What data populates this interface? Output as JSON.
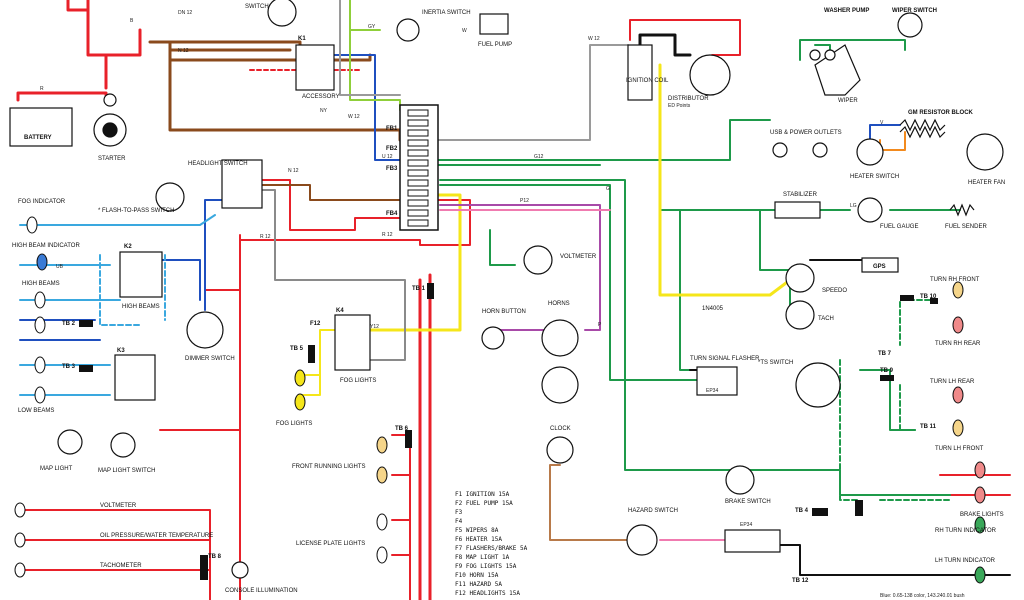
{
  "components": {
    "washer_pump": "WASHER PUMP",
    "wiper_switch": "WIPER SWITCH",
    "inertia_switch": "INERTIA SWITCH",
    "fuel_pump": "FUEL PUMP",
    "switch": "SWITCH",
    "battery": "BATTERY",
    "starter": "STARTER",
    "accessory": "ACCESSORY",
    "ignition_coil": "IGNITION COIL",
    "distributor": "DISTRIBUTOR",
    "distributor_note": "ED Points",
    "wiper": "WIPER",
    "resistor_block": "GM RESISTOR BLOCK",
    "usb_outlets": "USB & POWER OUTLETS",
    "heater_switch": "HEATER SWITCH",
    "heater_fan": "HEATER FAN",
    "headlight_switch": "HEADLIGHT SWITCH",
    "fog_indicator": "FOG INDICATOR",
    "flash_to_pass": "* FLASH-TO-PASS SWITCH",
    "high_beam_indicator": "HIGH BEAM INDICATOR",
    "high_beams": "HIGH BEAMS",
    "high_beam_relay": "HIGH BEAMS",
    "dimmer_switch": "DIMMER SWITCH",
    "low_beams": "LOW BEAMS",
    "stabilizer": "STABILIZER",
    "fuel_gauge": "FUEL GAUGE",
    "fuel_sender": "FUEL SENDER",
    "voltmeter": "VOLTMETER",
    "gps": "GPS",
    "speedo": "SPEEDO",
    "tach": "TACH",
    "diode": "1N4005",
    "horn_button": "HORN BUTTON",
    "horns": "HORNS",
    "fog_lights_relay": "FOG LIGHTS",
    "fog_lights": "FOG LIGHTS",
    "turn_flasher": "TURN SIGNAL FLASHER",
    "ts_switch": "*TS SWITCH",
    "turn_rh_front": "TURN RH FRONT",
    "turn_rh_rear": "TURN RH REAR",
    "turn_lh_rear": "TURN LH REAR",
    "turn_lh_front": "TURN LH FRONT",
    "brake_lights": "BRAKE LIGHTS",
    "rh_turn_indicator": "RH TURN INDICATOR",
    "lh_turn_indicator": "LH TURN INDICATOR",
    "brake_switch": "BRAKE SWITCH",
    "clock": "CLOCK",
    "hazard_switch": "HAZARD SWITCH",
    "map_light": "MAP LIGHT",
    "map_light_switch": "MAP LIGHT SWITCH",
    "front_running": "FRONT RUNNING LIGHTS",
    "license_plate": "LICENSE PLATE LIGHTS",
    "voltmeter_gauge": "VOLTMETER",
    "oil_temp": "OIL PRESSURE/WATER TEMPERATURE",
    "tachometer": "TACHOMETER",
    "console_illum": "CONSOLE ILLUMINATION",
    "ep34": "EP34",
    "ep34_b": "EP34"
  },
  "terminals": {
    "tb1": "TB 1",
    "tb2": "TB 2",
    "tb3": "TB 3",
    "tb4": "TB 4",
    "tb5": "TB 5",
    "tb6": "TB 6",
    "tb7": "TB 7",
    "tb8": "TB 8",
    "tb9": "TB 9",
    "tb10": "TB 10",
    "tb11": "TB 11",
    "tb12": "TB 12",
    "fb1": "FB1",
    "fb2": "FB2",
    "fb3": "FB3",
    "fb4": "FB4",
    "k1": "K1",
    "k2": "K2",
    "k3": "K3",
    "k4": "K4",
    "f12": "F12"
  },
  "wire_codes": {
    "w12": "W 12",
    "dn12": "DN 12",
    "n12": "N 12",
    "g12": "G12",
    "u12": "U 12",
    "r12": "R 12",
    "p12": "P12",
    "lg": "LG",
    "gy": "GY",
    "g": "G",
    "b": "B",
    "r": "R",
    "y12": "Y12",
    "ub": "UB",
    "p": "P",
    "w": "W",
    "v": "V",
    "ny": "NY"
  },
  "fuses": [
    "F1  IGNITION     15A",
    "F2  FUEL PUMP   15A",
    "F3",
    "F4",
    "F5  WIPERS    8A",
    "F6  HEATER   15A",
    "F7  FLASHERS/BRAKE   5A",
    "F8  MAP LIGHT  1A",
    "F9  FOG LIGHTS  15A",
    "F10 HORN  15A",
    "F11 HAZARD    5A",
    "F12 HEADLIGHTS  15A"
  ],
  "footer": "Blue: 0.65-138 color, 143.240.01 bush",
  "colors": {
    "red": "#e8212a",
    "brown": "#8a4a1c",
    "blue": "#1f4fbf",
    "lightblue": "#3aa8df",
    "green": "#1e9a4a",
    "yellow": "#f5e61a",
    "purple": "#a84aa8",
    "pink": "#f07bb0",
    "gray": "#8a8a8a",
    "black": "#111111",
    "orange": "#f28a1e",
    "tan": "#b87a4a"
  }
}
